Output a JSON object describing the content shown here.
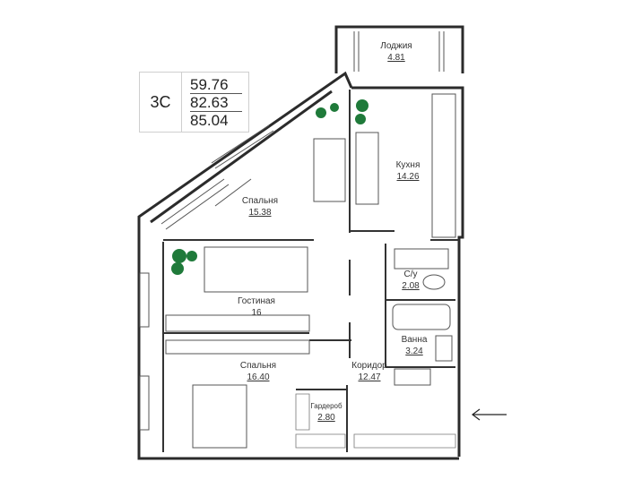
{
  "apartment": {
    "type": "3С",
    "areas": [
      "59.76",
      "82.63",
      "85.04"
    ]
  },
  "rooms": [
    {
      "id": "loggia",
      "name": "Лоджия",
      "area": "4.81"
    },
    {
      "id": "kitchen",
      "name": "Кухня",
      "area": "14.26"
    },
    {
      "id": "bedroom1",
      "name": "Спальня",
      "area": "15.38"
    },
    {
      "id": "living",
      "name": "Гостиная",
      "area": "16"
    },
    {
      "id": "wc",
      "name": "С/у",
      "area": "2.08"
    },
    {
      "id": "bath",
      "name": "Ванна",
      "area": "3.24"
    },
    {
      "id": "bedroom2",
      "name": "Спальня",
      "area": "16.40"
    },
    {
      "id": "corridor",
      "name": "Коридор",
      "area": "12.47"
    },
    {
      "id": "wardrobe",
      "name": "Гардероб",
      "area": "2.80"
    }
  ],
  "colors": {
    "wall": "#2b2b2b",
    "plant": "#1f7a3a",
    "furniture": "#555555"
  }
}
